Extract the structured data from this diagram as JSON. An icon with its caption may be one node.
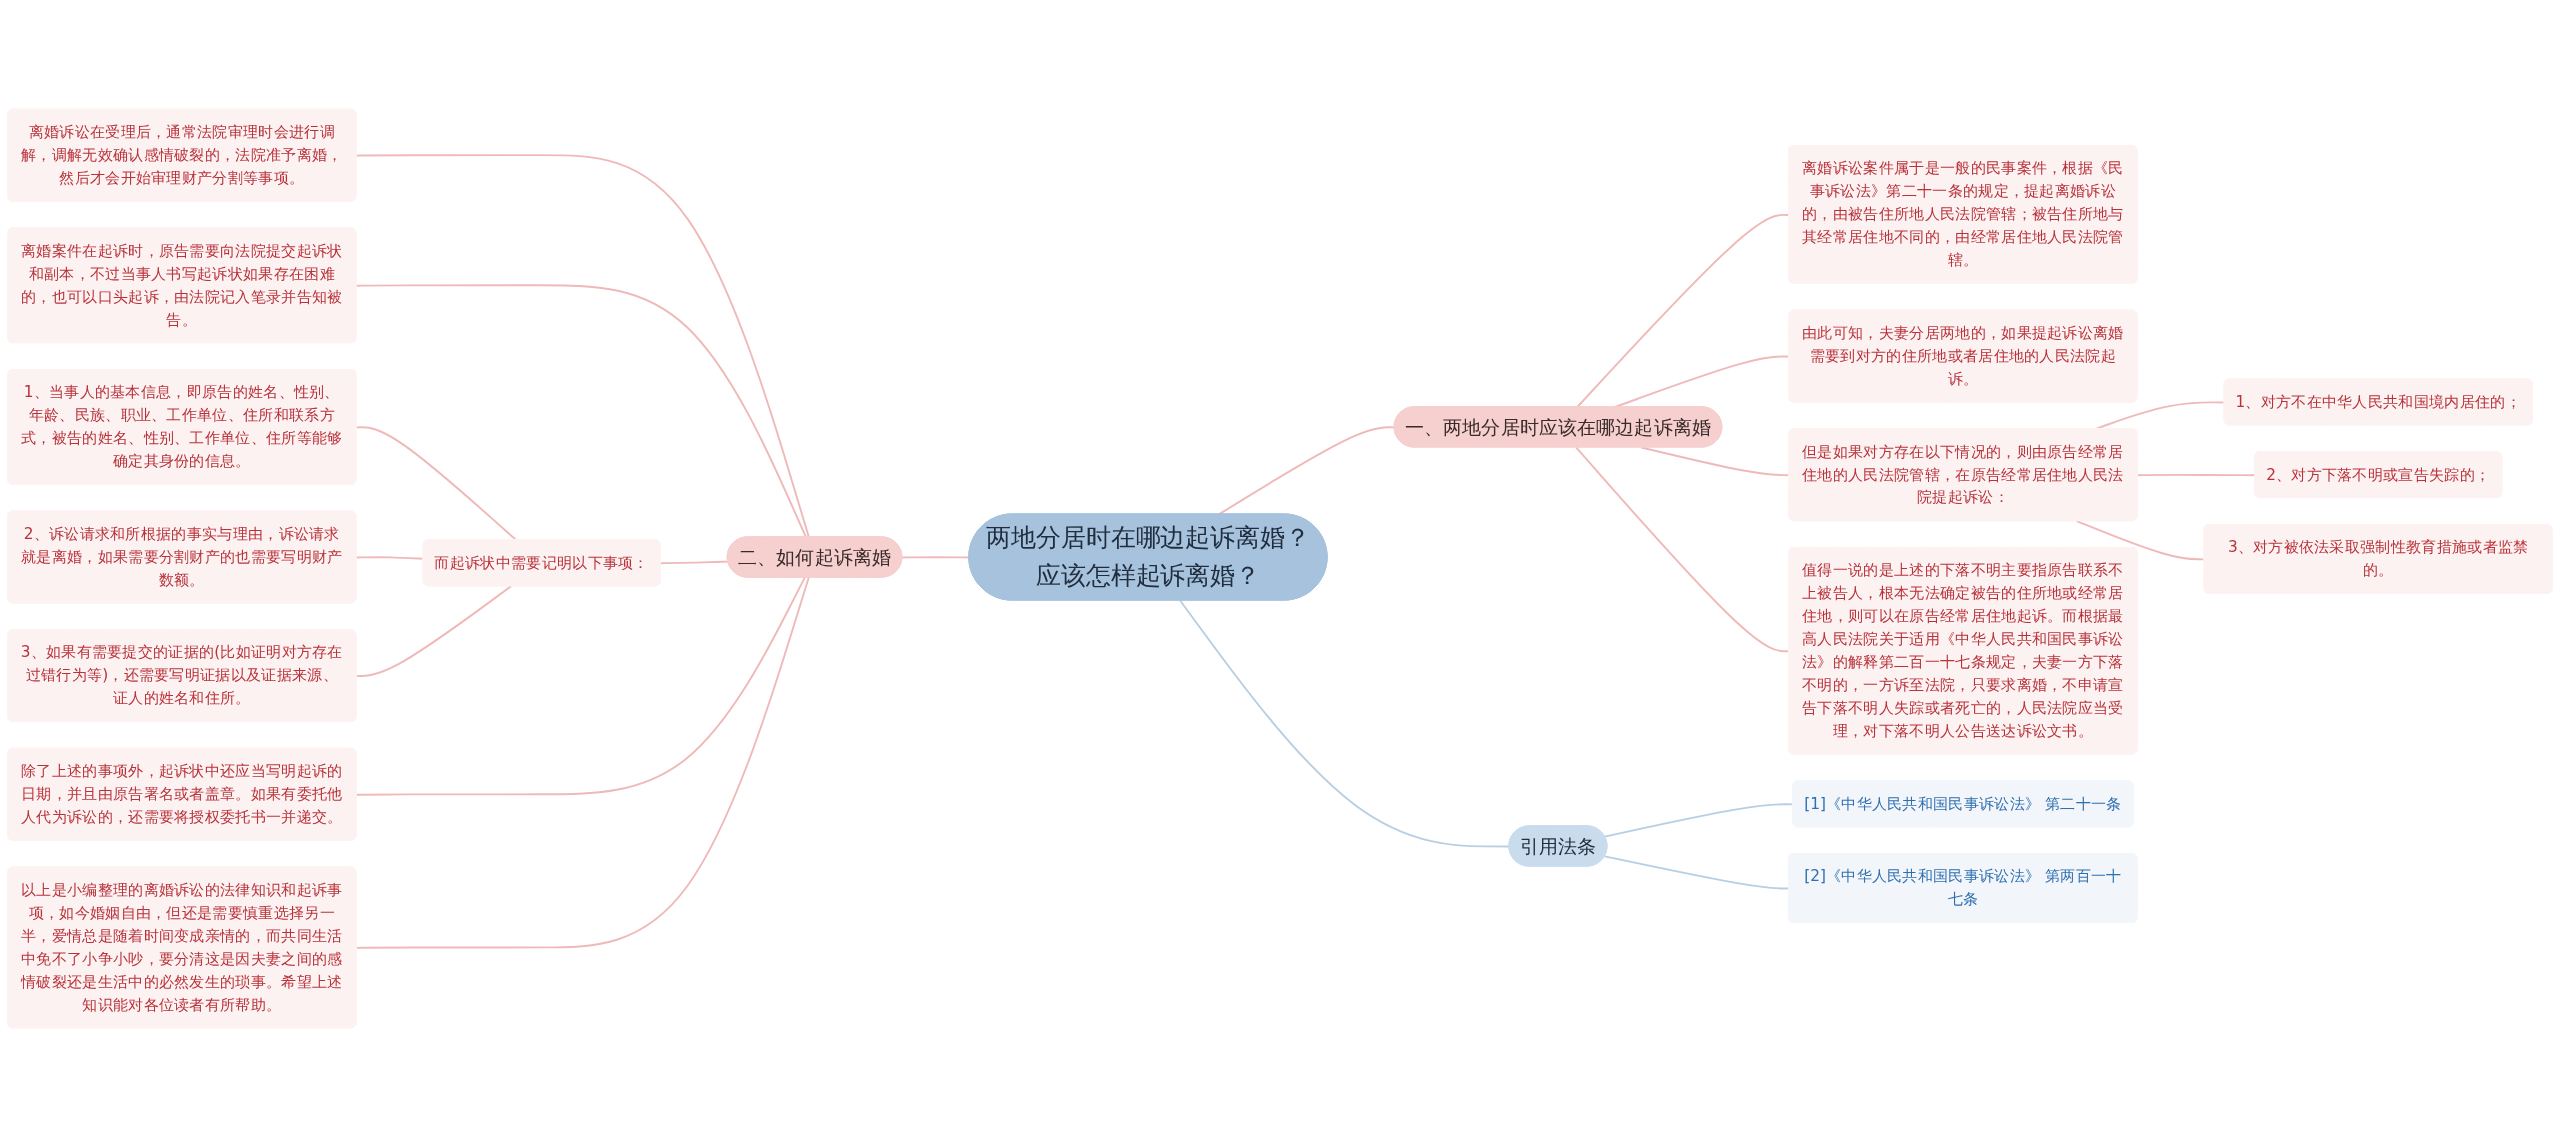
{
  "diagram": {
    "nodes": [
      {
        "text": [
          "两地分居时在哪边起诉离婚？应该怎样起诉离婚？"
        ]
      },
      {
        "text": [
          "一、两地分居时应该在哪边起诉离婚"
        ]
      },
      {
        "text": [
          "离婚诉讼案件属于是一般的民事案件，根据《民事诉讼法》第二十一条的规定，提起离婚诉讼的，由被告住所地人民法院管辖；被告住所地与其经常居住地不同的，由经常居住地人民法院管辖。"
        ]
      },
      {
        "text": [
          "由此可知，夫妻分居两地的，如果提起诉讼离婚需要到对方的住所地或者居住地的人民法院起诉。"
        ]
      },
      {
        "text": [
          "但是如果对方存在以下情况的，则由原告经常居住地的人民法院管辖，在原告经常居住地人民法院提起诉讼："
        ]
      },
      {
        "text": [
          "1、对方不在中华人民共和国境内居住的；"
        ]
      },
      {
        "text": [
          "2、对方下落不明或宣告失踪的；"
        ]
      },
      {
        "text": [
          "3、对方被依法采取强制性教育措施或者监禁的。"
        ]
      },
      {
        "text": [
          "值得一说的是上述的下落不明主要指原告联系不上被告人，根本无法确定被告的住所地或经常居住地，则可以在原告经常居住地起诉。而根据最高人民法院关于适用《中华人民共和国民事诉讼法》的解释第二百一十七条规定，夫妻一方下落不明的，一方诉至法院，只要求离婚，不申请宣告下落不明人失踪或者死亡的，人民法院应当受理，对下落不明人公告送达诉讼文书。"
        ]
      },
      {
        "text": [
          "二、如何起诉离婚"
        ]
      },
      {
        "text": [
          "离婚诉讼在受理后，通常法院审理时会进行调解，调解无效确认感情破裂的，法院准予离婚，然后才会开始审理财产分割等事项。"
        ]
      },
      {
        "text": [
          "离婚案件在起诉时，原告需要向法院提交起诉状和副本，不过当事人书写起诉状如果存在困难的，也可以口头起诉，由法院记入笔录并告知被告。"
        ]
      },
      {
        "text": [
          "而起诉状中需要记明以下事项："
        ]
      },
      {
        "text": [
          "1、当事人的基本信息，即原告的姓名、性别、年龄、民族、职业、工作单位、住所和联系方式，被告的姓名、性别、工作单位、住所等能够确定其身份的信息。"
        ]
      },
      {
        "text": [
          "2、诉讼请求和所根据的事实与理由，诉讼请求就是离婚，如果需要分割财产的也需要写明财产数额。"
        ]
      },
      {
        "text": [
          "3、如果有需要提交的证据的(比如证明对方存在过错行为等)，还需要写明证据以及证据来源、证人的姓名和住所。"
        ]
      },
      {
        "text": [
          "除了上述的事项外，起诉状中还应当写明起诉的日期，并且由原告署名或者盖章。如果有委托他人代为诉讼的，还需要将授权委托书一并递交。"
        ]
      },
      {
        "text": [
          "以上是小编整理的离婚诉讼的法律知识和起诉事项，如今婚姻自由，但还是需要慎重选择另一半，爱情总是随着时间变成亲情的，而共同生活中免不了小争小吵，要分清这是因夫妻之间的感情破裂还是生活中的必然发生的琐事。希望上述知识能对各位读者有所帮助。"
        ]
      },
      {
        "text": [
          "引用法条"
        ]
      },
      {
        "text": [
          "[1]《中华人民共和国民事诉讼法》 第二十一条"
        ]
      },
      {
        "text": [
          "[2]《中华人民共和国民事诉讼法》 第两百一十七条"
        ]
      }
    ],
    "edges": [
      {
        "from": 0,
        "to": 1,
        "arrow": "none"
      },
      {
        "from": 1,
        "to": 2,
        "arrow": "none"
      },
      {
        "from": 1,
        "to": 3,
        "arrow": "none"
      },
      {
        "from": 1,
        "to": 4,
        "arrow": "none"
      },
      {
        "from": 4,
        "to": 5,
        "arrow": "none"
      },
      {
        "from": 4,
        "to": 6,
        "arrow": "none"
      },
      {
        "from": 4,
        "to": 7,
        "arrow": "none"
      },
      {
        "from": 1,
        "to": 8,
        "arrow": "none"
      },
      {
        "from": 9,
        "to": 0,
        "arrow": "none"
      },
      {
        "from": 10,
        "to": 9,
        "arrow": "none"
      },
      {
        "from": 11,
        "to": 9,
        "arrow": "none"
      },
      {
        "from": 12,
        "to": 9,
        "arrow": "none"
      },
      {
        "from": 13,
        "to": 12,
        "arrow": "none"
      },
      {
        "from": 14,
        "to": 12,
        "arrow": "none"
      },
      {
        "from": 15,
        "to": 12,
        "arrow": "none"
      },
      {
        "from": 16,
        "to": 9,
        "arrow": "none"
      },
      {
        "from": 17,
        "to": 9,
        "arrow": "none"
      },
      {
        "from": 0,
        "to": 18,
        "arrow": "none",
        "color": "#b8cfe3"
      },
      {
        "from": 18,
        "to": 19,
        "arrow": "none",
        "color": "#b8cfe3"
      },
      {
        "from": 18,
        "to": 20,
        "arrow": "none",
        "color": "#b8cfe3"
      }
    ]
  }
}
